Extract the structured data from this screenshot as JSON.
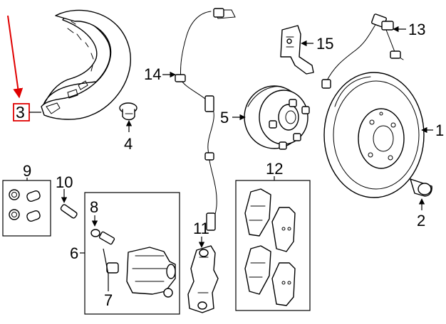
{
  "callouts": {
    "c1": "1",
    "c2": "2",
    "c3": "3",
    "c4": "4",
    "c5": "5",
    "c6": "6",
    "c7": "7",
    "c8": "8",
    "c9": "9",
    "c10": "10",
    "c11": "11",
    "c12": "12",
    "c13": "13",
    "c14": "14",
    "c15": "15"
  },
  "colors": {
    "highlight": "#e00000",
    "line": "#000000",
    "background": "#ffffff"
  },
  "icons": [
    "red-pointer-arrow-icon"
  ]
}
